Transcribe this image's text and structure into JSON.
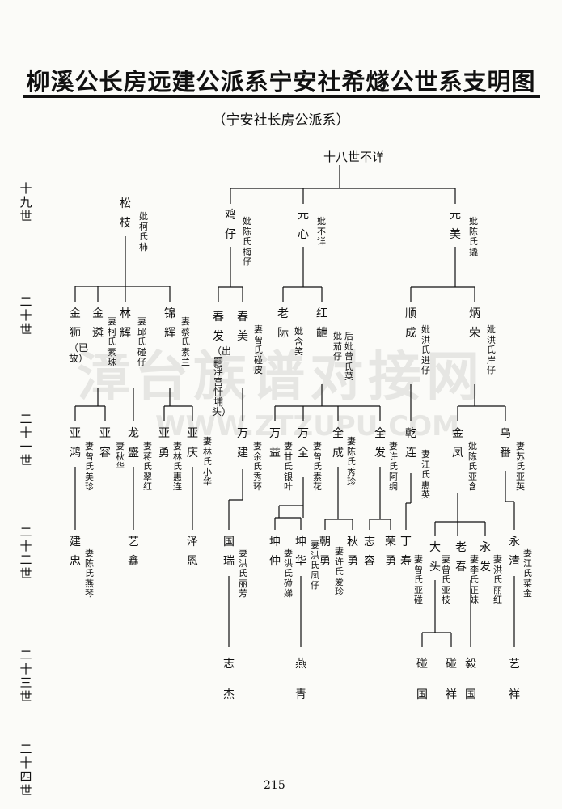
{
  "title": "柳溪公长房远建公派系宁安社希燧公世系支明图",
  "subtitle": "（宁安社长房公派系）",
  "root_label": "十八世不详",
  "page_number": "215",
  "watermark": "漳台族谱对接网",
  "watermark_url": "WWW.ZTZUPU.COM",
  "generations": [
    "十九世",
    "二十世",
    "二十一世",
    "二十二世",
    "二十三世",
    "二十四世"
  ],
  "members": {
    "g19": [
      {
        "name": "松枝",
        "spouse": "妣柯氏柿"
      },
      {
        "name": "鸡仔",
        "spouse": "妣陈氏梅仔"
      },
      {
        "name": "元心",
        "spouse": "妣不详"
      },
      {
        "name": "元美",
        "spouse": "妣陈氏撬"
      }
    ],
    "g20": [
      {
        "name": "金狮",
        "note": "（已故）"
      },
      {
        "name": "金遴",
        "spouse": "妻柯氏素珠"
      },
      {
        "name": "林辉",
        "spouse": "妻邱氏碰仔"
      },
      {
        "name": "锦辉",
        "spouse": "妻蔡氏素兰"
      },
      {
        "name": "春发",
        "note": "（出嗣浮宫忏埔头）"
      },
      {
        "name": "春美",
        "spouse": "妻曾氏碰皮"
      },
      {
        "name": "老际",
        "spouse": "妣含笑"
      },
      {
        "name": "红齛",
        "spouse": "妣茄仔",
        "spouse2": "后妣曾氏菜"
      },
      {
        "name": "顺成",
        "spouse": "妣洪氏进仔"
      },
      {
        "name": "炳荣",
        "spouse": "妣洪氏岸仔"
      }
    ],
    "g21": [
      {
        "name": "亚鸿",
        "spouse": "妻曾氏美珍"
      },
      {
        "name": "亚容",
        "spouse": "妻秋华"
      },
      {
        "name": "龙盛",
        "spouse": "妻蒋氏翠红"
      },
      {
        "name": "亚勇",
        "spouse": "妻林氏惠连"
      },
      {
        "name": "亚庆",
        "spouse": "妻林氏小华"
      },
      {
        "name": "万建",
        "spouse": "妻余氏秀环"
      },
      {
        "name": "万益",
        "spouse": "妻甘氏银叶"
      },
      {
        "name": "万全",
        "spouse": "妻曾氏素花"
      },
      {
        "name": "全成",
        "spouse": "妻陈氏秀珍"
      },
      {
        "name": "全发",
        "spouse": "妻许氏阿绸"
      },
      {
        "name": "乾连",
        "spouse": "妻江氏惠英"
      },
      {
        "name": "金凤",
        "spouse": "妣陈氏亚含"
      },
      {
        "name": "乌番",
        "spouse": "妻苏氏亚英"
      }
    ],
    "g22": [
      {
        "name": "建忠",
        "spouse": "妻陈氏燕琴"
      },
      {
        "name": "艺鑫"
      },
      {
        "name": "泽恩"
      },
      {
        "name": "国瑞",
        "spouse": "妻洪氏丽芳"
      },
      {
        "name": "坤仲",
        "spouse": "妻洪氏碰娣"
      },
      {
        "name": "坤华",
        "spouse": "妻洪氏凤仔"
      },
      {
        "name": "朝勇",
        "spouse": "妻许氏爱珍"
      },
      {
        "name": "秋勇"
      },
      {
        "name": "志容"
      },
      {
        "name": "荣勇"
      },
      {
        "name": "丁寿",
        "spouse": "妻曾氏亚碰"
      },
      {
        "name": "大头",
        "spouse": "妻曾氏亚枝"
      },
      {
        "name": "老春",
        "spouse": "妻李氏正妹"
      },
      {
        "name": "永发",
        "spouse": "妻洪氏丽红"
      },
      {
        "name": "永清",
        "spouse": "妻江氏菜金"
      }
    ],
    "g23": [
      {
        "name": "志杰"
      },
      {
        "name": "燕青"
      },
      {
        "name": "碰国"
      },
      {
        "name": "碰祥"
      },
      {
        "name": "毅国"
      },
      {
        "name": "艺祥"
      }
    ]
  }
}
